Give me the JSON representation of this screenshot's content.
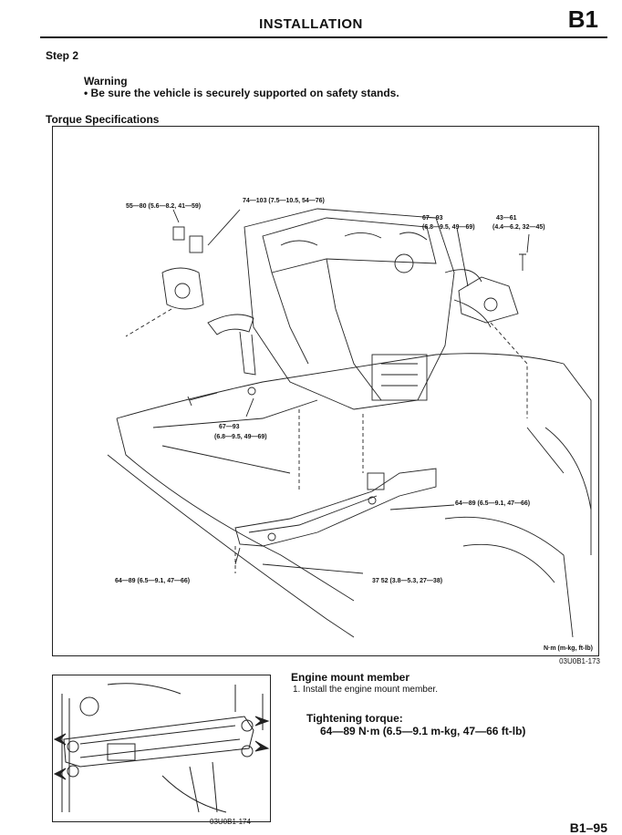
{
  "header": {
    "title": "INSTALLATION",
    "section_code": "B1"
  },
  "step": "Step 2",
  "warning": {
    "label": "Warning",
    "text": "•  Be sure the vehicle is securely supported on safety stands."
  },
  "torque_heading": "Torque Specifications",
  "main_figure": {
    "callouts": [
      "55—80 (5.6—8.2, 41—59)",
      "74—103 (7.5—10.5, 54—76)",
      "67—93",
      "(6.8—9.5, 49—69)",
      "43—61",
      "(4.4—6.2, 32—45)",
      "67—93",
      "(6.8—9.5, 49—69)",
      "64—89 (6.5—9.1, 47—66)",
      "64—89 (6.5—9.1, 47—66)",
      "37   52 (3.8—5.3, 27—38)"
    ],
    "unit_note": "N·m (m-kg, ft-lb)",
    "code": "03U0B1-173"
  },
  "sub_figure": {
    "code": "03U0B1-174"
  },
  "section": {
    "title": "Engine mount member",
    "step": "1. Install the engine mount member.",
    "torque_label": "Tightening torque:",
    "torque_value": "64—89 N·m (6.5—9.1 m-kg, 47—66 ft-lb)"
  },
  "page_number": "B1–95"
}
